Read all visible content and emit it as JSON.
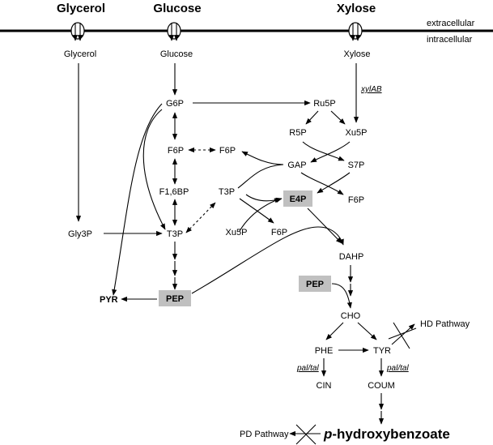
{
  "labels": {
    "extracellular": "extracellular",
    "intracellular": "intracellular",
    "glycerol_title": "Glycerol",
    "glucose_title": "Glucose",
    "xylose_title": "Xylose",
    "glycerol": "Glycerol",
    "glucose": "Glucose",
    "xylose": "Xylose",
    "xylab": "xylAB",
    "g6p": "G6P",
    "ru5p": "Ru5P",
    "r5p": "R5P",
    "xu5p": "Xu5P",
    "f6p_left": "F6P",
    "f6p_mid": "F6P",
    "gap": "GAP",
    "s7p": "S7P",
    "f16bp": "F1,6BP",
    "t3p_mid": "T3P",
    "e4p": "E4P",
    "f6p_right": "F6P",
    "gly3p": "Gly3P",
    "t3p": "T3P",
    "xu5p_low": "Xu5P",
    "f6p_low": "F6P",
    "dahp": "DAHP",
    "pep_right": "PEP",
    "pyr": "PYR",
    "pep_left": "PEP",
    "cho": "CHO",
    "hd_pathway": "HD Pathway",
    "phe": "PHE",
    "tyr": "TYR",
    "pal_left": "pal/tal",
    "pal_right": "pal/tal",
    "cin": "CIN",
    "coum": "COUM",
    "pd_pathway": "PD Pathway",
    "final_p": "p",
    "final_rest": "-hydroxybenzoate"
  }
}
